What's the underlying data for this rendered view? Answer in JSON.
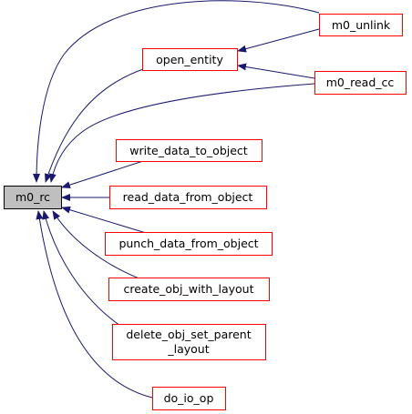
{
  "colors": {
    "edge": "#191970",
    "caller_border": "#ff0000",
    "root_border": "#000000",
    "root_fill": "#bfbfbf",
    "node_fill": "#ffffff"
  },
  "root": {
    "id": "m0_rc",
    "label": "m0_rc"
  },
  "nodes": [
    {
      "id": "m0_unlink",
      "lines": [
        "m0_unlink"
      ]
    },
    {
      "id": "open_entity",
      "lines": [
        "open_entity"
      ]
    },
    {
      "id": "m0_read_cc",
      "lines": [
        "m0_read_cc"
      ]
    },
    {
      "id": "write_data_to_object",
      "lines": [
        "write_data_to_object"
      ]
    },
    {
      "id": "read_data_from_object",
      "lines": [
        "read_data_from_object"
      ]
    },
    {
      "id": "punch_data_from_object",
      "lines": [
        "punch_data_from_object"
      ]
    },
    {
      "id": "create_obj_with_layout",
      "lines": [
        "create_obj_with_layout"
      ]
    },
    {
      "id": "delete_obj_set_parent_layout",
      "lines": [
        "delete_obj_set_parent",
        "_layout"
      ]
    },
    {
      "id": "do_io_op",
      "lines": [
        "do_io_op"
      ]
    }
  ],
  "edges": [
    {
      "from": "m0_unlink",
      "to": "m0_rc"
    },
    {
      "from": "m0_unlink",
      "to": "open_entity"
    },
    {
      "from": "open_entity",
      "to": "m0_rc"
    },
    {
      "from": "m0_read_cc",
      "to": "open_entity"
    },
    {
      "from": "m0_read_cc",
      "to": "m0_rc"
    },
    {
      "from": "write_data_to_object",
      "to": "m0_rc"
    },
    {
      "from": "read_data_from_object",
      "to": "m0_rc"
    },
    {
      "from": "punch_data_from_object",
      "to": "m0_rc"
    },
    {
      "from": "create_obj_with_layout",
      "to": "m0_rc"
    },
    {
      "from": "delete_obj_set_parent_layout",
      "to": "m0_rc"
    },
    {
      "from": "do_io_op",
      "to": "m0_rc"
    }
  ]
}
